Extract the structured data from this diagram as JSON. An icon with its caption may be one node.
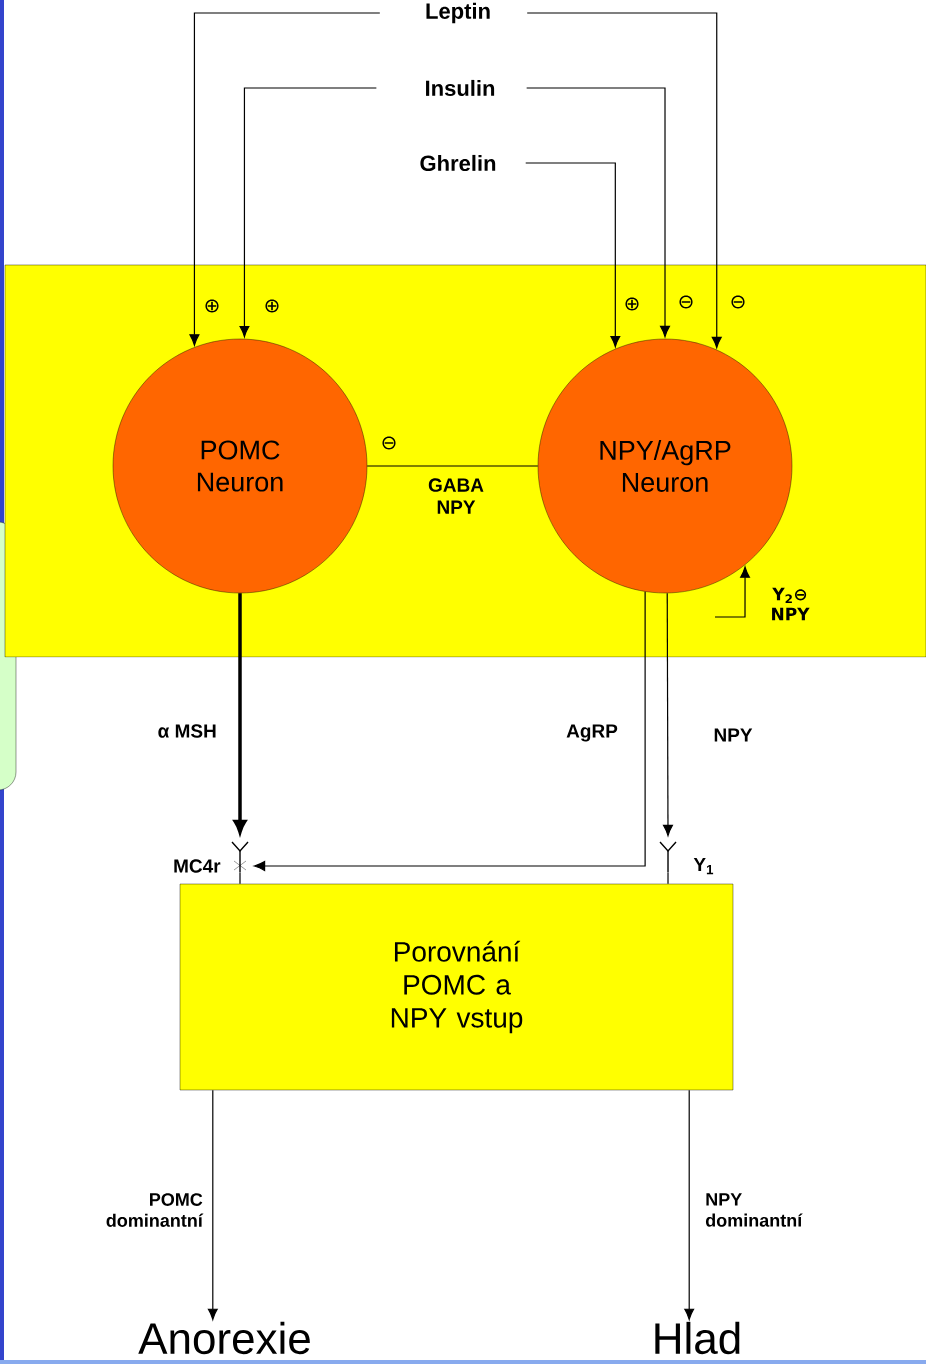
{
  "diagram": {
    "nodes": [
      {
        "text": [
          "Leptin"
        ]
      },
      {
        "text": [
          "Insulin"
        ]
      },
      {
        "text": [
          "Ghrelin"
        ]
      },
      {
        "text": [],
        "shape": "box"
      },
      {
        "text": [
          "POMC Neuron"
        ],
        "in": 3
      },
      {
        "text": [
          "NPY/AgRP Neuron"
        ],
        "in": 3
      },
      {
        "text": [],
        "shape": "picture",
        "beside": [
          "MC4r"
        ]
      },
      {
        "text": [],
        "shape": "picture",
        "beside": [
          "Y$_{1}$"
        ]
      },
      {
        "text": [
          "Porovnání POMC a NPY vstup"
        ]
      },
      {
        "text": [
          "Anorexie"
        ]
      },
      {
        "text": [
          "Hlad"
        ]
      }
    ],
    "edges": [
      {
        "from": 0,
        "to": 4,
        "arrow": "to",
        "label": "⊕"
      },
      {
        "from": 1,
        "to": 4,
        "arrow": "to",
        "label": "⊕"
      },
      {
        "from": 2,
        "to": 5,
        "arrow": "to",
        "label": "⊕"
      },
      {
        "from": 1,
        "to": 5,
        "arrow": "to",
        "label": "⊖"
      },
      {
        "from": 0,
        "to": 5,
        "arrow": "to",
        "label": "⊖"
      },
      {
        "from": 5,
        "to": 4,
        "arrow": "none",
        "label": "GABA NPY"
      },
      {
        "from": 4,
        "to": 6,
        "arrow": "to",
        "label": "α MSH",
        "style": "thick"
      },
      {
        "from": 5,
        "to": 6,
        "arrow": "to",
        "label": "AgRP"
      },
      {
        "from": 5,
        "to": 7,
        "arrow": "to",
        "label": "NPY"
      },
      {
        "from": null,
        "to": 5,
        "arrow": "to",
        "label": "Y$_{2}$⊖ NPY"
      },
      {
        "from": 6,
        "to": 8,
        "arrow": "none"
      },
      {
        "from": 7,
        "to": 8,
        "arrow": "none"
      },
      {
        "from": 8,
        "to": 9,
        "arrow": "to",
        "label": "POMC dominantní"
      },
      {
        "from": 8,
        "to": 10,
        "arrow": "to",
        "label": "NPY dominantní"
      }
    ],
    "labels": [
      "⊖"
    ]
  }
}
